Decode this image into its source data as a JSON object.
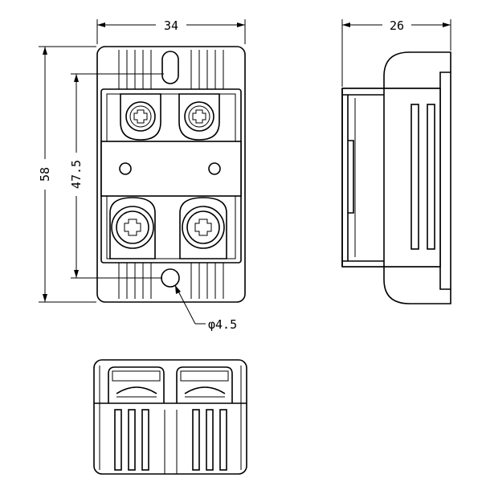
{
  "drawing": {
    "front_view": {
      "width_dim": "34",
      "height_dim": "58",
      "hole_pitch_dim": "47.5",
      "hole_dia_dim": "φ4.5"
    },
    "side_view": {
      "depth_dim": "26"
    }
  }
}
